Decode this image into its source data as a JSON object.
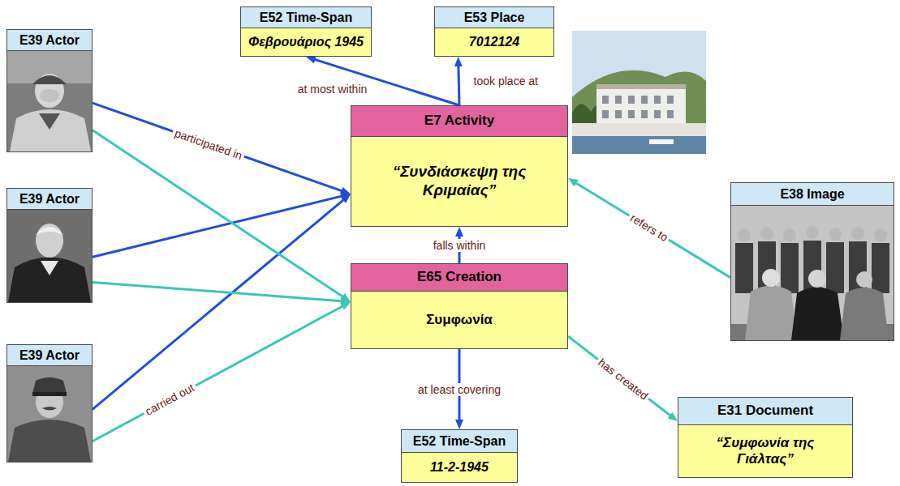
{
  "diagram": {
    "nodes": [
      {
        "text": [
          "E39 Actor"
        ]
      },
      {
        "text": [
          "E52 Time-Span",
          "Φεβρουάριος 1945"
        ]
      },
      {
        "text": [
          "E53 Place",
          "7012124"
        ]
      },
      {
        "text": [
          "E7 Activity",
          "“Συνδιάσκεψη της Κριμαίας”"
        ]
      },
      {
        "text": [
          "E39 Actor"
        ]
      },
      {
        "text": [
          "E38 Image"
        ]
      },
      {
        "text": [
          "E65 Creation",
          "Συμφωνία"
        ]
      },
      {
        "text": [
          "E39 Actor"
        ]
      },
      {
        "text": [
          "E52 Time-Span",
          "11-2-1945"
        ]
      },
      {
        "text": [
          "E31 Document",
          "“Συμφωνία της Γιάλτας”"
        ]
      }
    ],
    "edges": [
      {
        "from": 3,
        "to": 1,
        "arrow": "to",
        "label": "at most within"
      },
      {
        "from": 3,
        "to": 2,
        "arrow": "to",
        "label": "took place at"
      },
      {
        "from": 0,
        "to": 3,
        "arrow": "to",
        "label": "participated in"
      },
      {
        "from": 4,
        "to": 3,
        "arrow": "to"
      },
      {
        "from": 7,
        "to": 3,
        "arrow": "to"
      },
      {
        "from": 0,
        "to": 6,
        "arrow": "to"
      },
      {
        "from": 4,
        "to": 6,
        "arrow": "to"
      },
      {
        "from": 7,
        "to": 6,
        "arrow": "to",
        "label": "carried out"
      },
      {
        "from": 6,
        "to": 3,
        "arrow": "to",
        "label": "falls within"
      },
      {
        "from": 5,
        "to": 3,
        "arrow": "to",
        "label": "refers to"
      },
      {
        "from": 6,
        "to": 8,
        "arrow": "to",
        "label": "at least covering"
      },
      {
        "from": 6,
        "to": 9,
        "arrow": "to",
        "label": "has created"
      }
    ]
  }
}
